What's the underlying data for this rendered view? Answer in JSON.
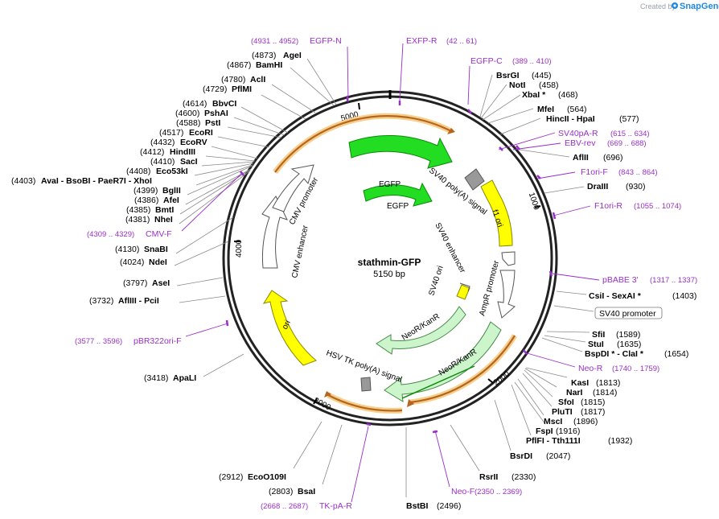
{
  "watermark": {
    "created_by": "Created by",
    "brand": "SnapGene"
  },
  "plasmid": {
    "name": "stathmin-GFP",
    "size": "5150 bp"
  },
  "tick_labels": [
    "1000",
    "2000",
    "3000",
    "4000",
    "5000"
  ],
  "features": [
    {
      "label": "EGFP"
    },
    {
      "label": "EGFP"
    },
    {
      "label": "SV40 poly(A) signal"
    },
    {
      "label": "f1 ori"
    },
    {
      "label": "AmpR promoter"
    },
    {
      "label": "SV40 enhancer"
    },
    {
      "label": "SV40 ori"
    },
    {
      "label": "NeoR/KanR"
    },
    {
      "label": "NeoR/KanR"
    },
    {
      "label": "HSV TK poly(A) signal"
    },
    {
      "label": "ori"
    },
    {
      "label": "CMV enhancer"
    },
    {
      "label": "CMV promoter"
    }
  ],
  "sites": [
    {
      "pos": "(4931 .. 4952)",
      "name": "EGFP-N"
    },
    {
      "pos": "(4873)",
      "name": "AgeI"
    },
    {
      "pos": "(4867)",
      "name": "BamHI"
    },
    {
      "pos": "(4780)",
      "name": "AclI"
    },
    {
      "pos": "(4729)",
      "name": "PflMI"
    },
    {
      "pos": "(4614)",
      "name": "BbvCI"
    },
    {
      "pos": "(4600)",
      "name": "PshAI"
    },
    {
      "pos": "(4588)",
      "name": "PstI"
    },
    {
      "pos": "(4517)",
      "name": "EcoRI"
    },
    {
      "pos": "(4432)",
      "name": "EcoRV"
    },
    {
      "pos": "(4412)",
      "name": "HindIII"
    },
    {
      "pos": "(4410)",
      "name": "SacI"
    },
    {
      "pos": "(4408)",
      "name": "Eco53kI"
    },
    {
      "pos": "(4403)",
      "name": "AvaI - BsoBI - PaeR7I - XhoI"
    },
    {
      "pos": "(4399)",
      "name": "BglII"
    },
    {
      "pos": "(4386)",
      "name": "AfeI"
    },
    {
      "pos": "(4385)",
      "name": "BmtI"
    },
    {
      "pos": "(4381)",
      "name": "NheI"
    },
    {
      "pos": "(4309 .. 4329)",
      "name": "CMV-F"
    },
    {
      "pos": "(4130)",
      "name": "SnaBI"
    },
    {
      "pos": "(4024)",
      "name": "NdeI"
    },
    {
      "pos": "(3797)",
      "name": "AseI"
    },
    {
      "pos": "(3732)",
      "name": "AflIII - PciI"
    },
    {
      "pos": "(3577 .. 3596)",
      "name": "pBR322ori-F"
    },
    {
      "pos": "(3418)",
      "name": "ApaLI"
    },
    {
      "pos": "(2912)",
      "name": "EcoO109I"
    },
    {
      "pos": "(2803)",
      "name": "BsaI"
    },
    {
      "pos": "(2668 .. 2687)",
      "name": "TK-pA-R"
    },
    {
      "pos": "(2496)",
      "name": "BstBI"
    },
    {
      "pos": "(2350 .. 2369)",
      "name": "Neo-F"
    },
    {
      "pos": "(2330)",
      "name": "RsrII"
    },
    {
      "pos": "(2047)",
      "name": "BsrDI"
    },
    {
      "pos": "(1932)",
      "name": "PflFI - Tth111I"
    },
    {
      "pos": "(1916)",
      "name": "FspI"
    },
    {
      "pos": "(1896)",
      "name": "MscI"
    },
    {
      "pos": "(1817)",
      "name": "PluTI"
    },
    {
      "pos": "(1815)",
      "name": "SfoI"
    },
    {
      "pos": "(1814)",
      "name": "NarI"
    },
    {
      "pos": "(1813)",
      "name": "KasI"
    },
    {
      "pos": "(1740 .. 1759)",
      "name": "Neo-R"
    },
    {
      "pos": "(1654)",
      "name": "BspDI * - ClaI *"
    },
    {
      "pos": "(1635)",
      "name": "StuI"
    },
    {
      "pos": "(1589)",
      "name": "SfiI"
    },
    {
      "pos": "",
      "name": "SV40 promoter"
    },
    {
      "pos": "(1403)",
      "name": "CsiI - SexAI *"
    },
    {
      "pos": "(1317 .. 1337)",
      "name": "pBABE 3'"
    },
    {
      "pos": "(1055 .. 1074)",
      "name": "F1ori-R"
    },
    {
      "pos": "(930)",
      "name": "DraIII"
    },
    {
      "pos": "(843 .. 864)",
      "name": "F1ori-F"
    },
    {
      "pos": "(696)",
      "name": "AflII"
    },
    {
      "pos": "(669 .. 688)",
      "name": "EBV-rev"
    },
    {
      "pos": "(615 .. 634)",
      "name": "SV40pA-R"
    },
    {
      "pos": "(577)",
      "name": "HincII - HpaI"
    },
    {
      "pos": "(564)",
      "name": "MfeI"
    },
    {
      "pos": "(468)",
      "name": "XbaI *"
    },
    {
      "pos": "(458)",
      "name": "NotI"
    },
    {
      "pos": "(445)",
      "name": "BsrGI"
    },
    {
      "pos": "(389 .. 410)",
      "name": "EGFP-C"
    },
    {
      "pos": "(42 .. 61)",
      "name": "EXFP-R"
    }
  ]
}
